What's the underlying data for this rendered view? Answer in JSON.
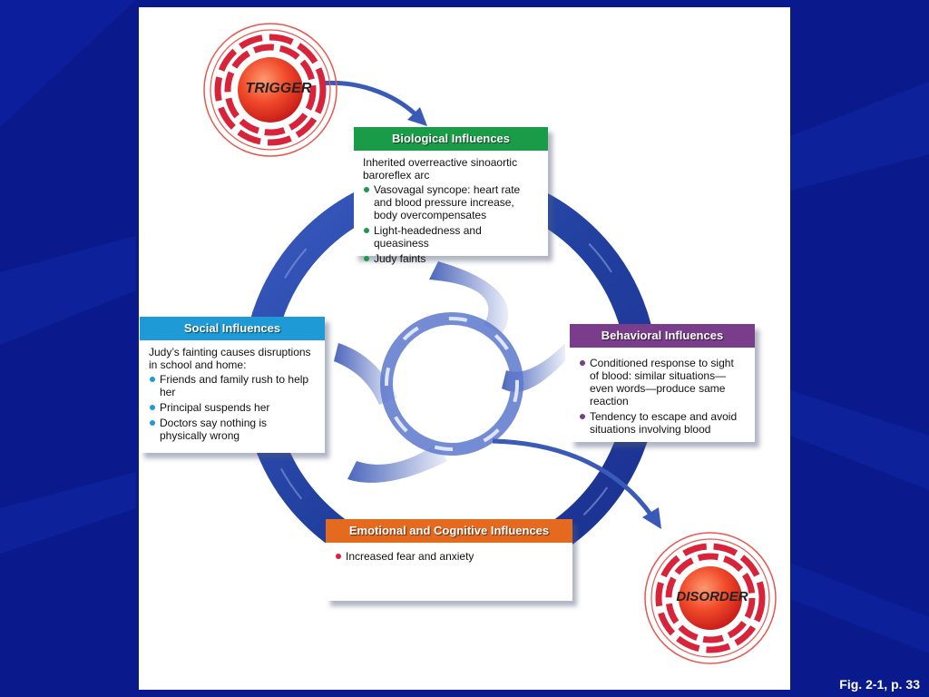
{
  "figure_caption": "Fig. 2-1, p. 33",
  "colors": {
    "background": "#0a1a8c",
    "biological": "#1a9b48",
    "social": "#1e9ad6",
    "behavioral": "#7a3d8c",
    "emotional": "#e46a20",
    "arrow_blue": "#2a4aa8",
    "target_red": "#d8243a"
  },
  "trigger": {
    "label": "TRIGGER"
  },
  "disorder": {
    "label": "DISORDER"
  },
  "biological": {
    "header": "Biological Influences",
    "intro": "Inherited overreactive sinoaortic baroreflex arc",
    "items": [
      "Vasovagal syncope: heart rate and blood pressure increase, body overcompensates",
      "Light-headedness and queasiness",
      "Judy faints"
    ]
  },
  "social": {
    "header": "Social Influences",
    "intro": "Judy’s fainting causes disruptions in school and home:",
    "items": [
      "Friends and family rush to help her",
      "Principal suspends her",
      "Doctors say nothing is physically wrong"
    ]
  },
  "behavioral": {
    "header": "Behavioral Influences",
    "items": [
      "Conditioned response to sight of blood: similar situations—even words—produce same reaction",
      "Tendency to escape and avoid situations involving blood"
    ]
  },
  "emotional": {
    "header": "Emotional and Cognitive Influences",
    "items": [
      "Increased fear and anxiety"
    ]
  }
}
